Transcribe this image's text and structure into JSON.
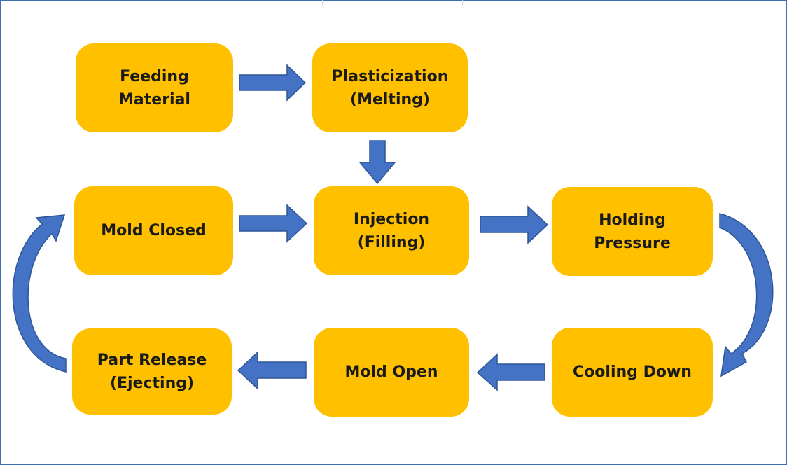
{
  "diagram": {
    "colors": {
      "box_fill": "#ffc000",
      "arrow_fill": "#4472c4",
      "arrow_dark": "#2f5597",
      "frame_border": "#3f6fb0"
    },
    "steps": {
      "feeding_material": "Feeding\nMaterial",
      "plasticization": "Plasticization\n(Melting)",
      "mold_closed": "Mold Closed",
      "injection": "Injection\n(Filling)",
      "holding_pressure": "Holding\nPressure",
      "part_release": "Part Release\n(Ejecting)",
      "mold_open": "Mold Open",
      "cooling_down": "Cooling Down"
    },
    "connections": [
      {
        "from": "Feeding Material",
        "to": "Plasticization (Melting)"
      },
      {
        "from": "Plasticization (Melting)",
        "to": "Injection (Filling)"
      },
      {
        "from": "Mold Closed",
        "to": "Injection (Filling)"
      },
      {
        "from": "Injection (Filling)",
        "to": "Holding Pressure"
      },
      {
        "from": "Holding Pressure",
        "to": "Cooling Down"
      },
      {
        "from": "Cooling Down",
        "to": "Mold Open"
      },
      {
        "from": "Mold Open",
        "to": "Part Release (Ejecting)"
      },
      {
        "from": "Part Release (Ejecting)",
        "to": "Mold Closed"
      }
    ]
  }
}
